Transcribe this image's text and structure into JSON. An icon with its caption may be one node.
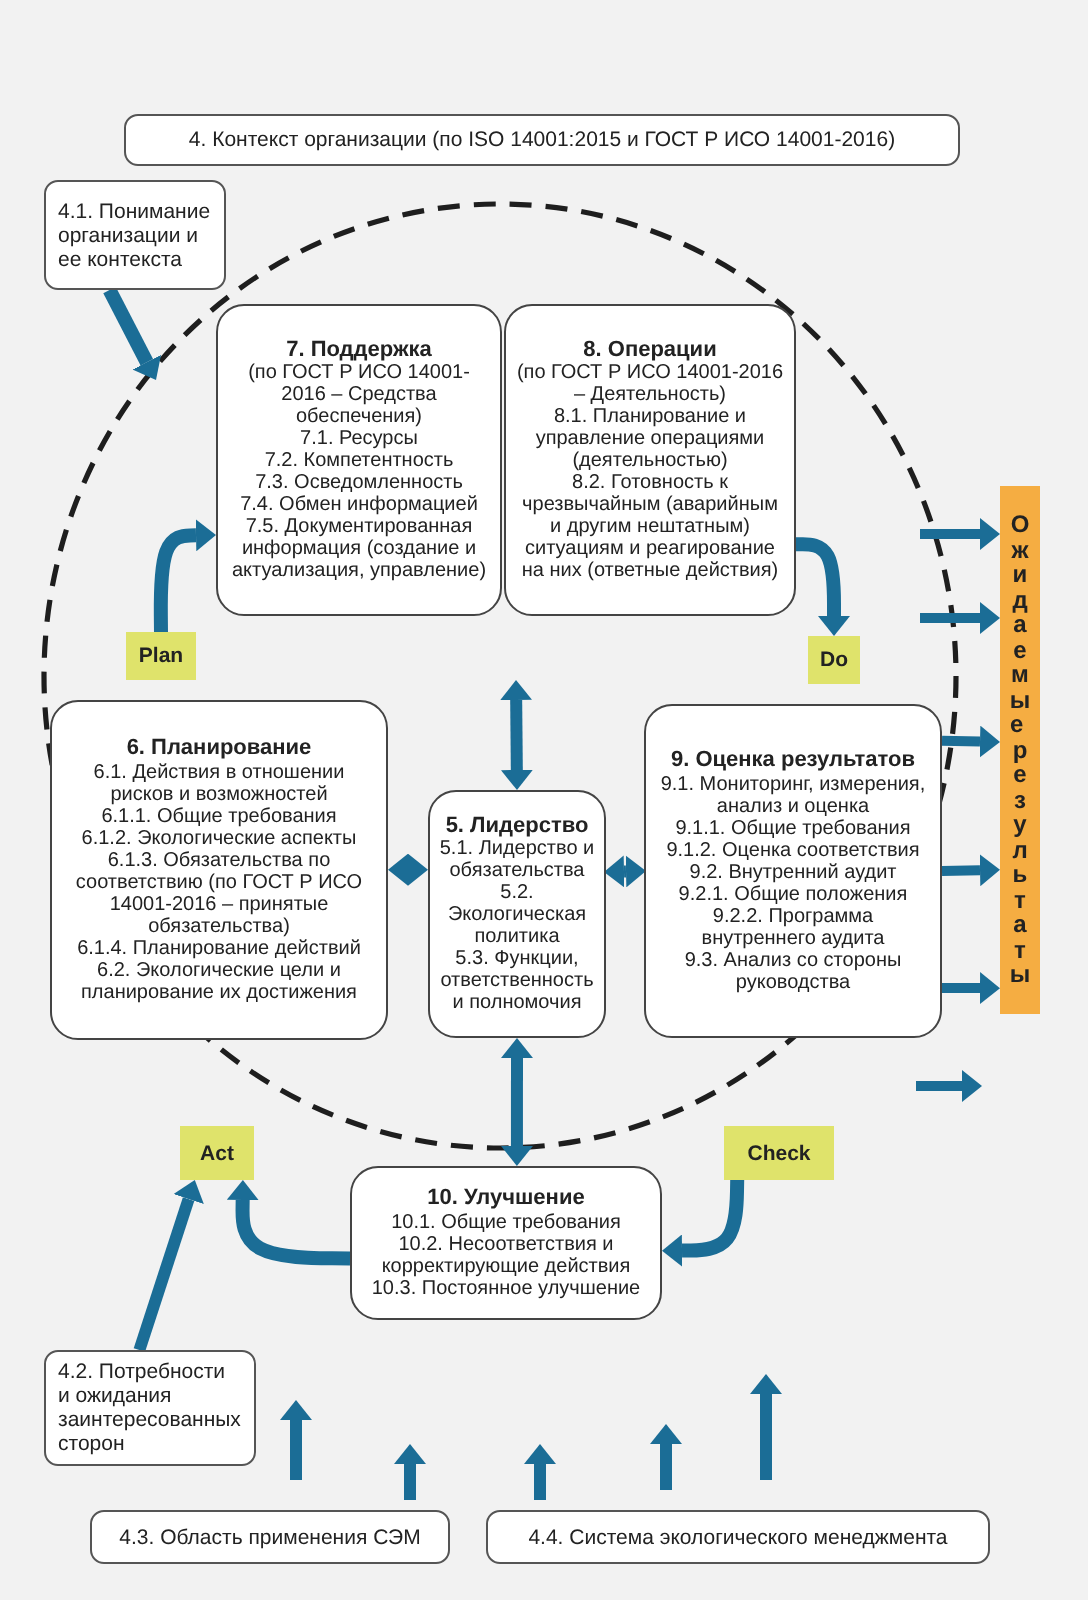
{
  "diagram": {
    "nodes": [
      {
        "text": [
          "4. Контекст организации (по ISO 14001:2015 и ГОСТ Р ИСО 14001-2016)"
        ]
      },
      {
        "text": [
          "4.1. Понимание организации и ее контекста"
        ]
      },
      {
        "text": [
          "7. Поддержка",
          "(по ГОСТ Р ИСО 14001-2016 – Средства обеспечения)",
          "7.1. Ресурсы",
          "7.2. Компетентность",
          "7.3. Осведомленность",
          "7.4. Обмен информацией",
          "7.5. Документированная информация (создание и актуализация, управление)"
        ]
      },
      {
        "text": [
          "8. Операции",
          "(по ГОСТ Р ИСО 14001-2016 – Деятельность)",
          "8.1. Планирование и управление операциями (деятельностью)",
          "8.2. Готовность к чрезвычайным (аварийным и другим нештатным) ситуациям и реагирование на них (ответные действия)"
        ]
      },
      {
        "text": [
          "6. Планирование",
          "6.1. Действия в отношении рисков и возможностей",
          "6.1.1. Общие требования",
          "6.1.2. Экологические аспекты",
          "6.1.3. Обязательства по соответствию (по ГОСТ Р ИСО 14001-2016 – принятые обязательства)",
          "6.1.4. Планирование действий",
          "6.2. Экологические цели и планирование их достижения"
        ]
      },
      {
        "text": [
          "5. Лидерство",
          "5.1. Лидерство и обязательства",
          "5.2. Экологическая политика",
          "5.3. Функции, ответственность и полномочия"
        ]
      },
      {
        "text": [
          "9. Оценка результатов",
          "9.1. Мониторинг, измерения, анализ и оценка",
          "9.1.1. Общие требования",
          "9.1.2. Оценка соответствия",
          "9.2. Внутренний аудит",
          "9.2.1. Общие положения",
          "9.2.2. Программа внутреннего аудита",
          "9.3. Анализ со стороны руководства"
        ]
      },
      {
        "text": [
          "10. Улучшение",
          "10.1. Общие требования",
          "10.2. Несоответствия и корректирующие действия",
          "10.3. Постоянное улучшение"
        ]
      },
      {
        "text": [
          "4.2. Потребности и ожидания заинтересованных сторон"
        ]
      },
      {
        "text": [
          "4.3. Область применения СЭМ"
        ]
      },
      {
        "text": [
          "4.4. Система экологического менеджмента"
        ]
      },
      {
        "text": [
          "Ожидаемые результаты"
        ]
      },
      {
        "text": [
          "Plan"
        ]
      },
      {
        "text": [
          "Do"
        ]
      },
      {
        "text": [
          "Act"
        ]
      },
      {
        "text": [
          "Check"
        ]
      }
    ],
    "edges": [
      {
        "from": 1,
        "to": null,
        "arrow": "to"
      },
      {
        "from": 12,
        "to": 2,
        "arrow": "to"
      },
      {
        "from": 3,
        "to": 13,
        "arrow": "to"
      },
      {
        "from": 4,
        "to": 5,
        "arrow": "both"
      },
      {
        "from": 5,
        "to": 6,
        "arrow": "both"
      },
      {
        "from": null,
        "to": 5,
        "arrow": "both"
      },
      {
        "from": 5,
        "to": 7,
        "arrow": "both"
      },
      {
        "from": 15,
        "to": 7,
        "arrow": "to"
      },
      {
        "from": 7,
        "to": 14,
        "arrow": "to"
      },
      {
        "from": 8,
        "to": 14,
        "arrow": "to"
      },
      {
        "from": null,
        "to": 11,
        "arrow": "to"
      },
      {
        "from": null,
        "to": 11,
        "arrow": "to"
      },
      {
        "from": 6,
        "to": 11,
        "arrow": "to"
      },
      {
        "from": 6,
        "to": 11,
        "arrow": "to"
      },
      {
        "from": 6,
        "to": 11,
        "arrow": "to"
      }
    ]
  }
}
